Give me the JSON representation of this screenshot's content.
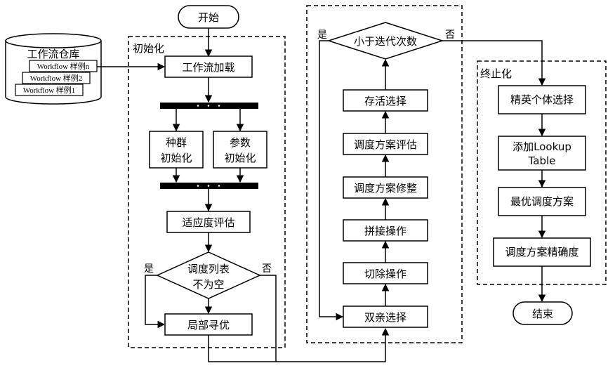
{
  "start": "开始",
  "end": "结束",
  "repository": {
    "title": "工作流仓库",
    "samples": [
      "Workflow 样例n",
      "Workflow 样例2",
      "Workflow 样例1"
    ]
  },
  "init": {
    "section_label": "初始化",
    "load": "工作流加载",
    "population": [
      "种群",
      "初始化"
    ],
    "params": [
      "参数",
      "初始化"
    ],
    "fitness": "适应度评估",
    "decision": [
      "调度列表",
      "不为空"
    ],
    "yes": "是",
    "no": "否",
    "local_search": "局部寻优"
  },
  "loop": {
    "decision": "小于迭代次数",
    "yes": "是",
    "no": "否",
    "steps": [
      "存活选择",
      "调度方案评估",
      "调度方案修整",
      "拼接操作",
      "切除操作",
      "双亲选择"
    ]
  },
  "termination": {
    "section_label": "终止化",
    "elite": "精英个体选择",
    "lookup": [
      "添加Lookup",
      "Table"
    ],
    "optimal": "最优调度方案",
    "accuracy": "调度方案精确度"
  }
}
